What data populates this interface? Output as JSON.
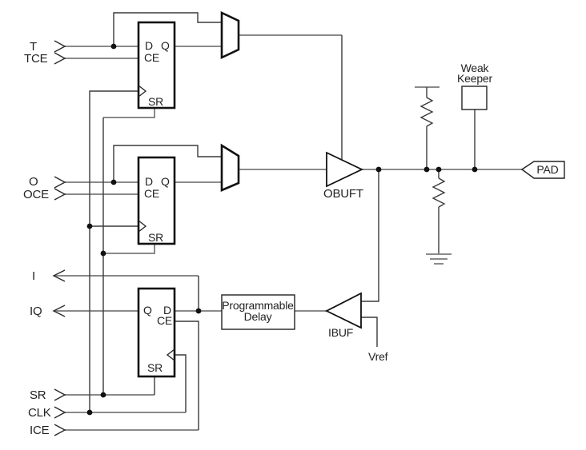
{
  "diagram": {
    "signals": {
      "t": "T",
      "tce": "TCE",
      "o": "O",
      "oce": "OCE",
      "i": "I",
      "iq": "IQ",
      "sr": "SR",
      "clk": "CLK",
      "ice": "ICE"
    },
    "flipflop_pins": {
      "d": "D",
      "q": "Q",
      "ce": "CE",
      "sr": "SR"
    },
    "components": {
      "obuft": "OBUFT",
      "ibuf": "IBUF",
      "vref": "Vref",
      "pad": "PAD",
      "weak_keeper_line1": "Weak",
      "weak_keeper_line2": "Keeper",
      "prog_delay_line1": "Programmable",
      "prog_delay_line2": "Delay"
    },
    "colors": {
      "background": "#ffffff",
      "wire_primary": "#8a8a8a",
      "wire_secondary": "#3a3a3a",
      "component_outline": "#111111",
      "text": "#222222"
    }
  }
}
